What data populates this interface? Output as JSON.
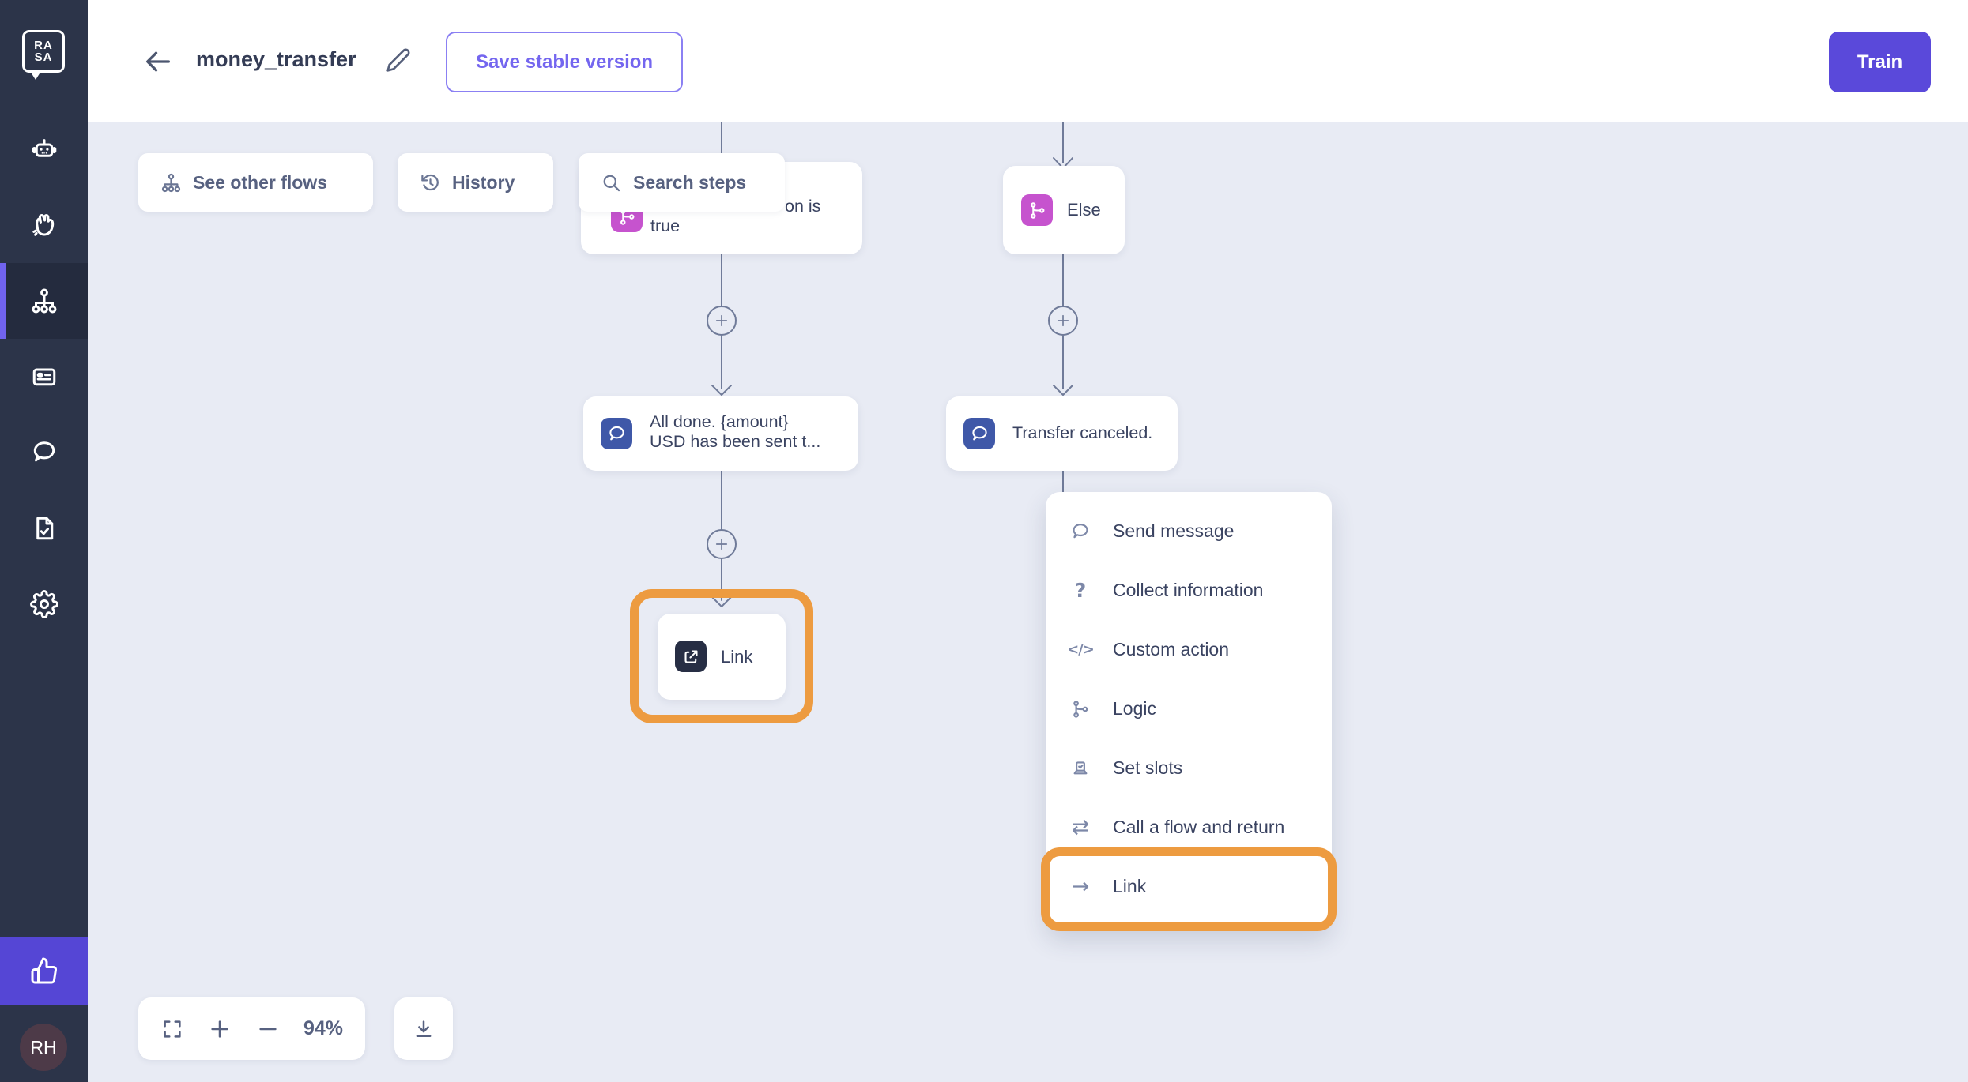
{
  "topbar": {
    "title": "money_transfer",
    "back_icon": "arrow-left-icon",
    "edit_icon": "pencil-icon",
    "save_button_label": "Save stable version",
    "train_button_label": "Train"
  },
  "sidebar": {
    "logo_line1": "RA",
    "logo_line2": "SA",
    "items": [
      {
        "icon": "bot-icon"
      },
      {
        "icon": "hand-wave-icon"
      },
      {
        "icon": "sitemap-icon",
        "active": true
      },
      {
        "icon": "card-list-icon"
      },
      {
        "icon": "chat-bubble-icon"
      },
      {
        "icon": "doc-check-icon"
      },
      {
        "icon": "gear-icon"
      }
    ],
    "feedback_icon": "thumbs-up-icon",
    "avatar_initials": "RH"
  },
  "canvas": {
    "toolbar": [
      {
        "label": "See other flows",
        "icon": "sitemap-icon"
      },
      {
        "label": "History",
        "icon": "history-icon"
      },
      {
        "label": "Search steps",
        "icon": "search-icon"
      }
    ],
    "nodes": {
      "condition": {
        "visible_line1": "on is",
        "visible_line2": "true",
        "icon": "branch-icon"
      },
      "else_node": {
        "label": "Else",
        "icon": "branch-icon"
      },
      "all_done": {
        "line1": "All done. {amount}",
        "line2": "USD has been sent t...",
        "icon": "chat-bubble-icon"
      },
      "transfer_canceled": {
        "label": "Transfer canceled.",
        "icon": "chat-bubble-icon"
      },
      "link_node": {
        "label": "Link",
        "icon": "external-link-icon",
        "highlighted": true
      }
    },
    "menu": {
      "items": [
        {
          "label": "Send message",
          "icon": "chat-bubble-icon"
        },
        {
          "label": "Collect information",
          "icon": "question-icon",
          "glyph": "?"
        },
        {
          "label": "Custom action",
          "icon": "code-icon",
          "glyph": "</>"
        },
        {
          "label": "Logic",
          "icon": "branch-icon"
        },
        {
          "label": "Set slots",
          "icon": "set-slots-icon"
        },
        {
          "label": "Call a flow and return",
          "icon": "swap-arrows-icon",
          "glyph": "⇄"
        },
        {
          "label": "Link",
          "icon": "arrow-right-icon",
          "glyph": "→",
          "highlighted": true
        }
      ]
    },
    "zoom_controls": {
      "zoom_level": "94%"
    }
  },
  "colors": {
    "accent_purple": "#5A49DA",
    "highlight_orange": "#ED9B40",
    "logic_magenta": "#C653CE",
    "message_blue": "#3F58A8",
    "sidebar_navy": "#2C3449"
  }
}
